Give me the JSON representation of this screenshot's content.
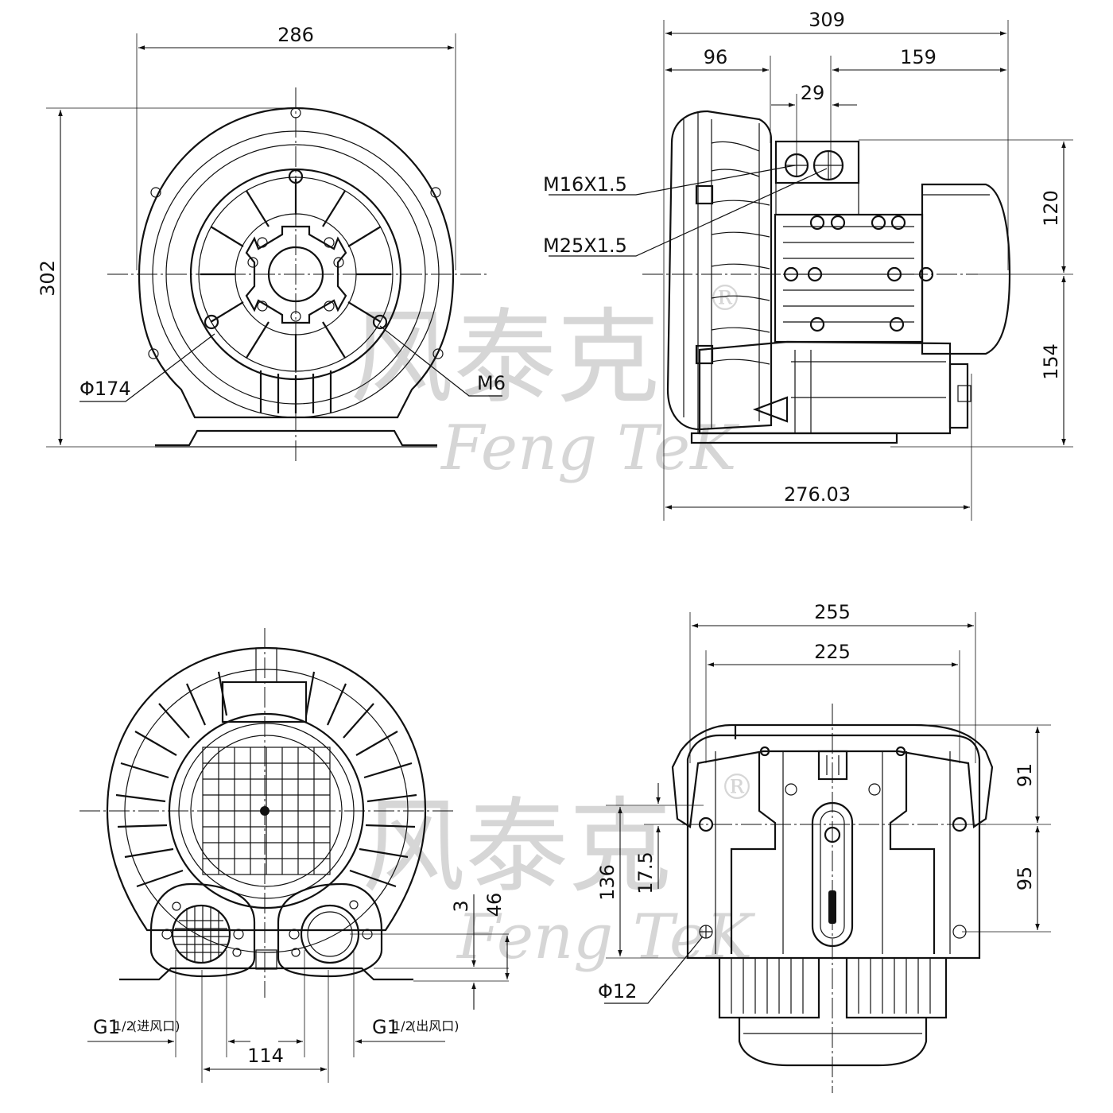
{
  "watermark": {
    "brand_cn": "风泰克",
    "brand_en": "Feng TeK",
    "registered": "®"
  },
  "front_view": {
    "width": "286",
    "height": "302",
    "flange_diameter": "Φ174",
    "bolt": "M6"
  },
  "side_view": {
    "overall_length": "309",
    "motor_offset": "96",
    "terminal_to_end": "159",
    "gland_spacing": "29",
    "upper_height": "120",
    "lower_height": "154",
    "base_length": "276.03",
    "cable_gland_small": "M16X1.5",
    "cable_gland_large": "M25X1.5"
  },
  "rear_view": {
    "port_spacing": "114",
    "base_offset": "3",
    "port_height": "46",
    "inlet_size": "G1",
    "inlet_fraction": "1/2",
    "inlet_label": "(进风口)",
    "outlet_size": "G1",
    "outlet_fraction": "1/2",
    "outlet_label": "(出风口)"
  },
  "bottom_view": {
    "outer_width": "255",
    "inner_width": "225",
    "height_upper": "91",
    "height_lower": "95",
    "hole_span": "136",
    "hole_offset": "17.5",
    "hole_diameter": "Φ12"
  }
}
